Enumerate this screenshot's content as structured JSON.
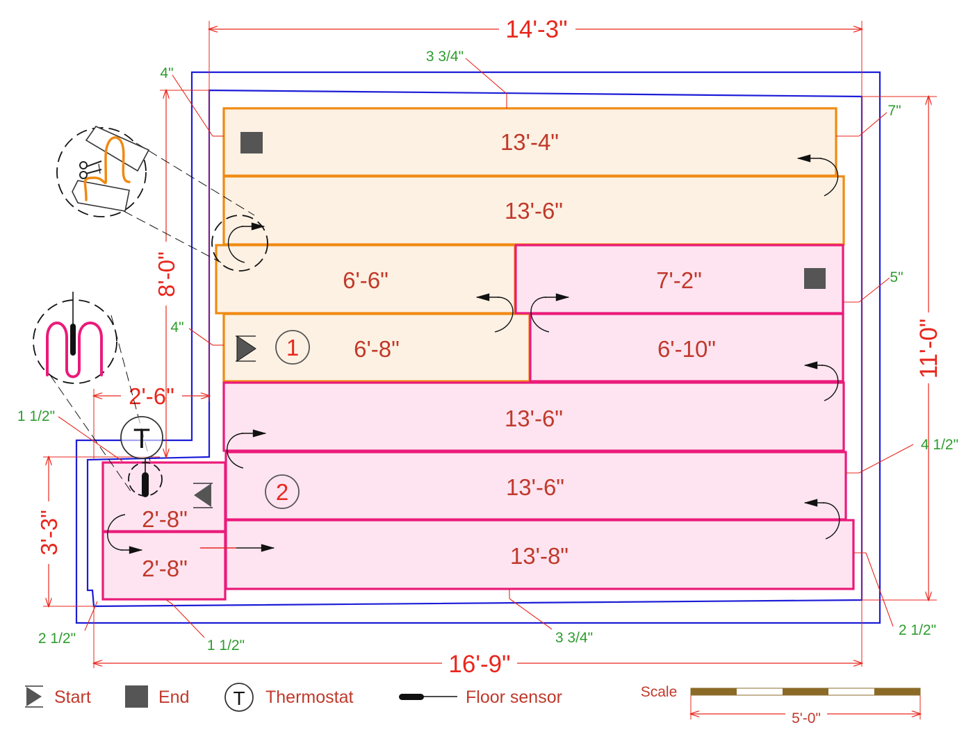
{
  "colors": {
    "wall": "#1c1cd8",
    "dimension": "#e8261c",
    "note": "#2e9c2e",
    "label": "#c0392b",
    "circuit1_stroke": "#f08a12",
    "circuit1_fill": "#fdf1e3",
    "circuit2_stroke": "#ea1a7a",
    "circuit2_fill": "#fde4f0",
    "marker": "#555555",
    "scale_dark": "#8b6a28"
  },
  "overall_dimensions": {
    "top_width": "14'-3\"",
    "bottom_width": "16'-9\"",
    "right_height": "11'-0\"",
    "left_upper_height": "8'-0\"",
    "left_lower_height": "3'-3\"",
    "notch_width": "2'-6\""
  },
  "clearances": {
    "top": "3 3/4\"",
    "top_left": "4\"",
    "right_top": "7\"",
    "right_middle": "5\"",
    "left_middle": "4\"",
    "right_lower": "4 1/2\"",
    "notch_left": "1 1/2\"",
    "bottom_left": "2 1/2\"",
    "bottom_notch": "1 1/2\"",
    "bottom": "3 3/4\"",
    "bottom_right": "2 1/2\""
  },
  "circuits": [
    {
      "number": "1",
      "runs": [
        "13'-4\"",
        "13'-6\"",
        "6'-6\"",
        "6'-8\""
      ]
    },
    {
      "number": "2",
      "runs": [
        "7'-2\"",
        "6'-10\"",
        "13'-6\"",
        "13'-6\"",
        "13'-8\"",
        "2'-8\"",
        "2'-8\""
      ]
    }
  ],
  "legend": {
    "start": "Start",
    "end": "End",
    "thermostat_symbol": "T",
    "thermostat": "Thermostat",
    "floor_sensor": "Floor sensor"
  },
  "scale": {
    "label": "Scale",
    "length": "5'-0\""
  },
  "icons": [
    "start-triangle-icon",
    "end-square-icon",
    "thermostat-icon",
    "floor-sensor-icon",
    "scissors-icon",
    "turn-arrow-icon",
    "cable-detail-icon"
  ]
}
